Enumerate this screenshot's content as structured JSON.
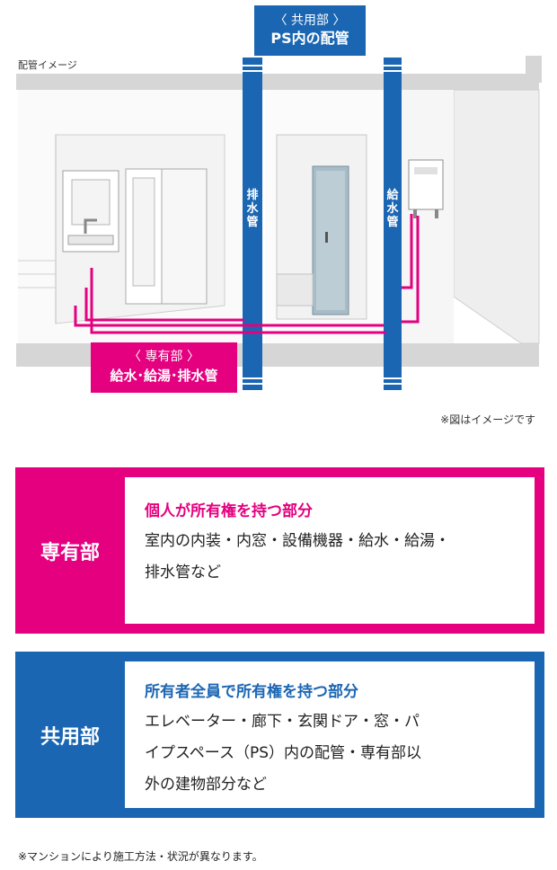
{
  "diagram": {
    "caption": "配管イメージ",
    "shared_pipe_label": {
      "line1": "〈 共用部 〉",
      "line2": "PS内の配管"
    },
    "private_pipe_label": {
      "line1": "〈 専有部 〉",
      "line2": "給水･給湯･排水管"
    },
    "drain_pipe_label": "排水管",
    "supply_pipe_label": "給水管",
    "image_note": "※図はイメージです"
  },
  "colors": {
    "private": "#e4007f",
    "common": "#1b66b3"
  },
  "sections": {
    "private": {
      "title": "専有部",
      "headline": "個人が所有権を持つ部分",
      "body_line1": "室内の内装・内窓・設備機器・給水・給湯・",
      "body_line2": "排水管など"
    },
    "common": {
      "title": "共用部",
      "headline": "所有者全員で所有権を持つ部分",
      "body_line1": "エレベーター・廊下・玄関ドア・窓・パ",
      "body_line2": "イプスペース（PS）内の配管・専有部以",
      "body_line3": "外の建物部分など"
    }
  },
  "footnote": "※マンションにより施工方法・状況が異なります。"
}
